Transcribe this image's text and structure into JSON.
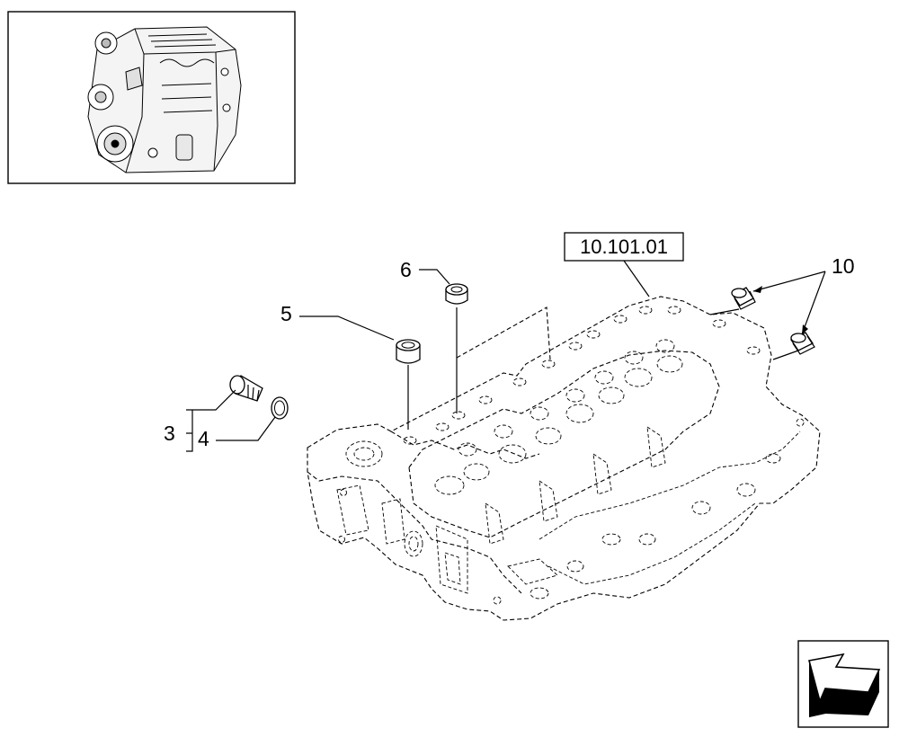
{
  "reference_box": {
    "label": "10.101.01"
  },
  "callouts": {
    "c3": "3",
    "c4": "4",
    "c5": "5",
    "c6": "6",
    "c10": "10"
  },
  "icons": {
    "inset": "engine-overview-icon",
    "nav": "navigation-arrow-icon"
  }
}
